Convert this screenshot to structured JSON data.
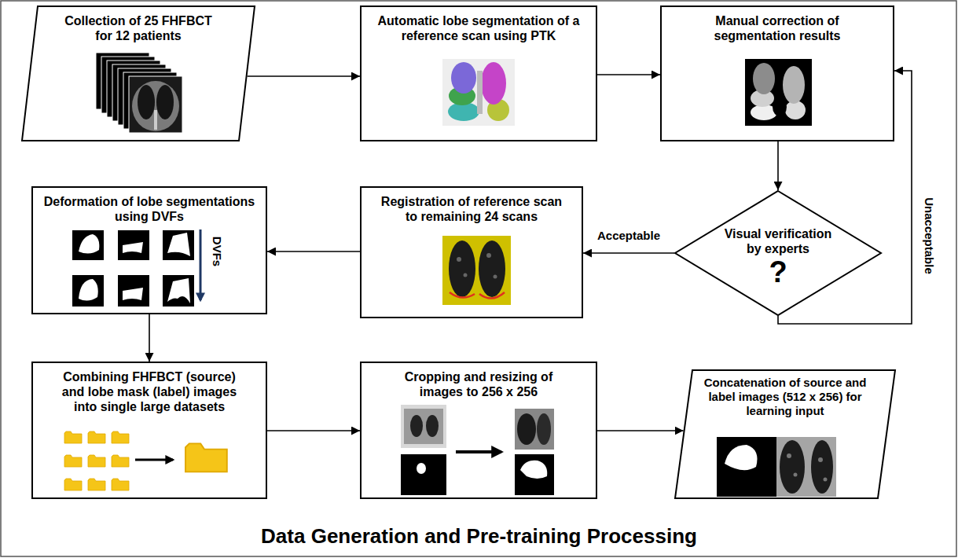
{
  "diagram": {
    "title": "Data Generation and Pre-training Processing",
    "nodes": [
      {
        "text": [
          "Collection of 25 FHFBCT for 12 patients"
        ]
      },
      {
        "text": [
          "Automatic lobe segmentation of a reference scan using PTK"
        ]
      },
      {
        "text": [
          "Manual correction of segmentation results"
        ]
      },
      {
        "text": [
          "Deformation of lobe segmentations using DVFs"
        ]
      },
      {
        "text": [
          "Registration of reference scan to remaining 24 scans"
        ]
      },
      {
        "text": [
          "Visual verification by experts",
          "?"
        ]
      },
      {
        "text": [
          "Combining FHFBCT (source) and lobe mask (label) images into single large datasets"
        ]
      },
      {
        "text": [
          "Cropping and resizing of images to 256 x 256"
        ]
      },
      {
        "text": [
          "Concatenation of source and label images (512 x 256) for learning input"
        ]
      }
    ],
    "edges": [
      {
        "from": 0,
        "to": 1,
        "arrow": "to"
      },
      {
        "from": 1,
        "to": 2,
        "arrow": "to"
      },
      {
        "from": 2,
        "to": 5,
        "arrow": "to"
      },
      {
        "from": 5,
        "to": 4,
        "label": "Acceptable",
        "arrow": "to"
      },
      {
        "from": 5,
        "to": 2,
        "label": "Unacceptable",
        "arrow": "to"
      },
      {
        "from": 4,
        "to": 3,
        "arrow": "to"
      },
      {
        "from": 3,
        "to": 6,
        "arrow": "to"
      },
      {
        "from": 6,
        "to": 7,
        "arrow": "to"
      },
      {
        "from": 7,
        "to": 8,
        "arrow": "to"
      }
    ],
    "labels": [
      "DVFs"
    ]
  }
}
